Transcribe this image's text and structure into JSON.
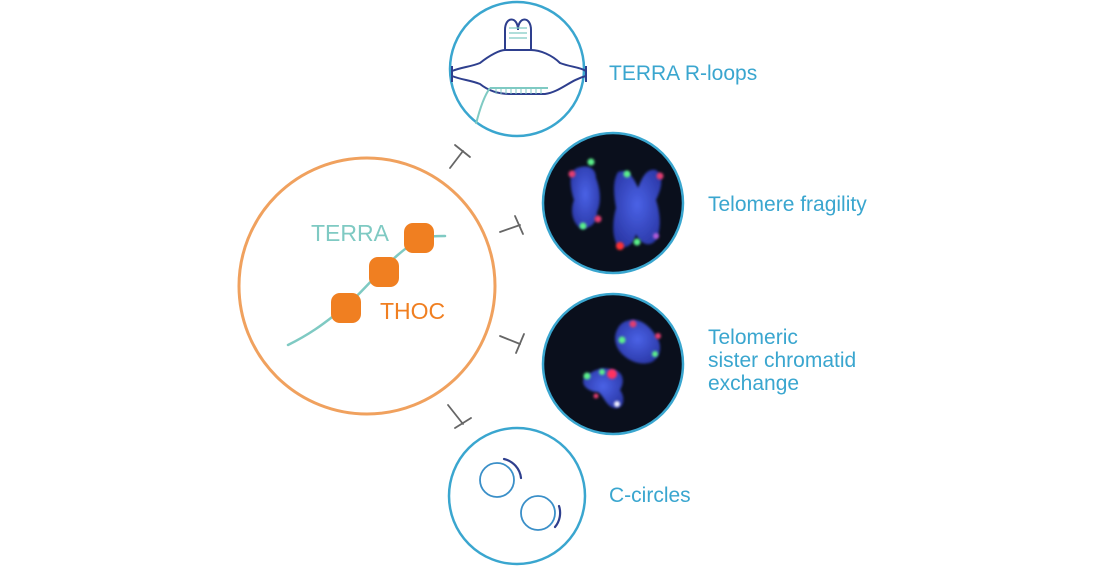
{
  "hub": {
    "terra_label": "TERRA",
    "thoc_label": "THOC"
  },
  "outcomes": {
    "r_loops": "TERRA R-loops",
    "fragility": "Telomere fragility",
    "exchange_line1": "Telomeric",
    "exchange_line2": "sister chromatid",
    "exchange_line3": "exchange",
    "c_circles": "C-circles"
  },
  "colors": {
    "hub_ring": "#f0a15e",
    "thoc": "#f07f21",
    "terra": "#7fcac3",
    "outcome_ring": "#3aa6cf",
    "label": "#3aa6cf",
    "inhibition": "#666666",
    "chromosome": "#3348c9",
    "micrograph_bg": "#0a0f1c"
  },
  "icons": {
    "inhibition": "inhibition-arrow-icon",
    "r_loop": "r-loop-structure-icon",
    "c_circle": "c-circle-icon"
  }
}
